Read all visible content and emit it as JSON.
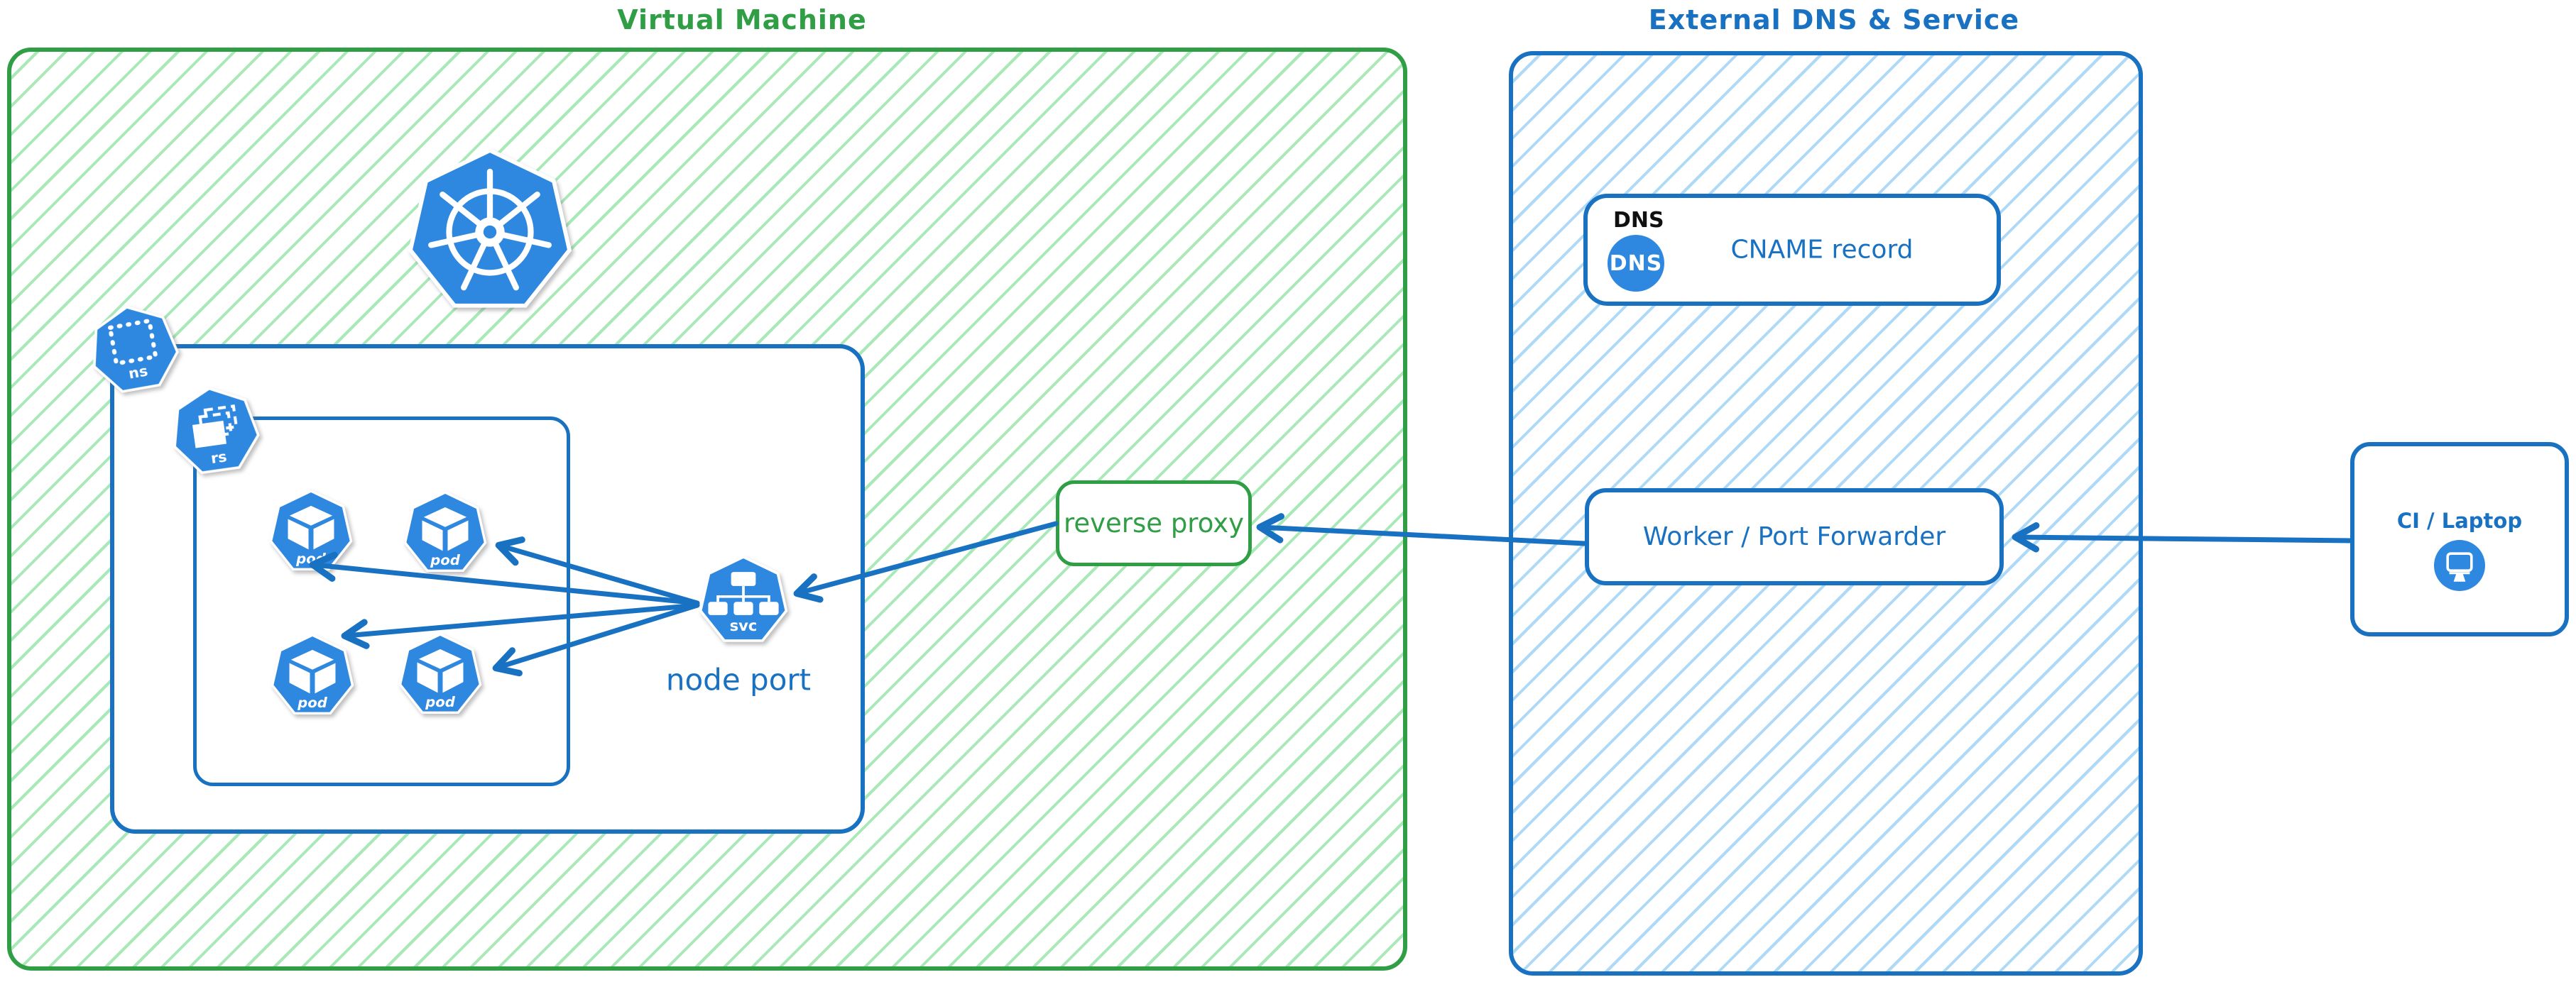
{
  "diagram": {
    "vm": {
      "title": "Virtual Machine",
      "node_port_label": "node port",
      "reverse_proxy_label": "reverse proxy",
      "icons": {
        "kubernetes": "kubernetes-logo",
        "namespace_label": "ns",
        "replicaset_label": "rs",
        "service_label": "svc",
        "pod_labels": [
          "pod",
          "pod",
          "pod",
          "pod"
        ]
      }
    },
    "external": {
      "title": "External DNS & Service",
      "dns_header": "DNS",
      "dns_badge": "DNS",
      "cname_label": "CNAME record",
      "worker_label": "Worker / Port Forwarder"
    },
    "ci": {
      "label": "CI / Laptop"
    },
    "colors": {
      "green_border": "#2f9e44",
      "green_hatch": "#a9e9b8",
      "blue_border": "#1971c2",
      "blue_hatch": "#aed9f7",
      "icon_blue": "#2f88e0"
    }
  }
}
